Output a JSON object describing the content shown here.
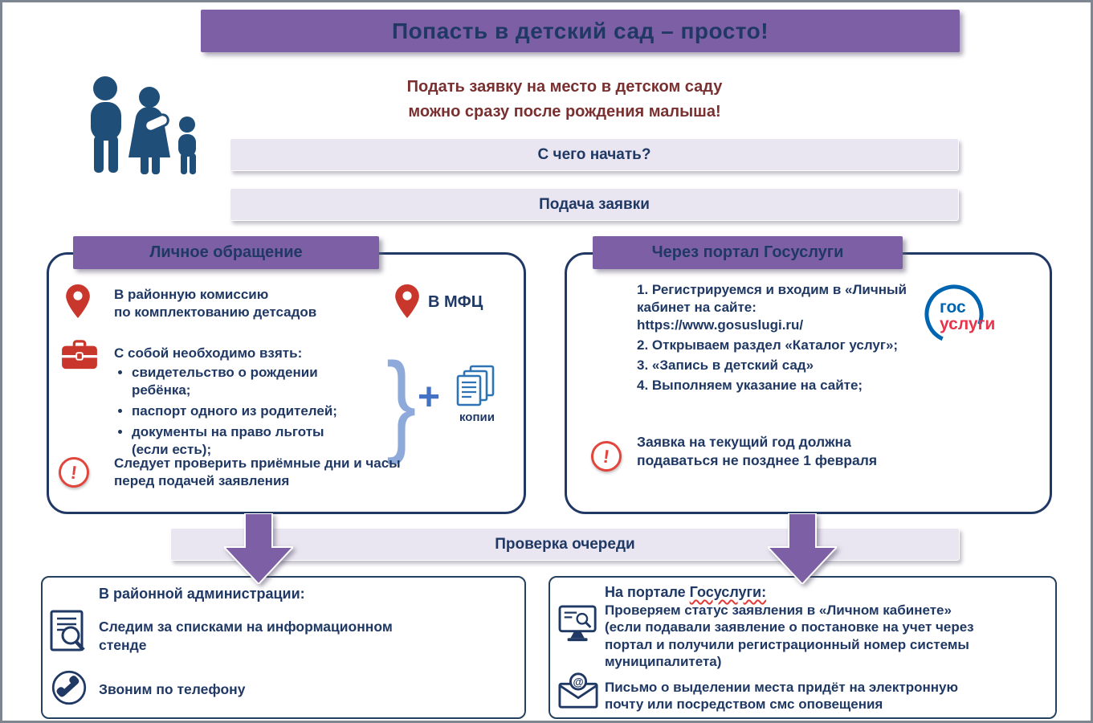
{
  "colors": {
    "purple": "#7D5FA5",
    "navy": "#1F3864",
    "maroon": "#7A3030",
    "lavender": "#E9E5F1",
    "icon_red": "#C9372C",
    "icon_blue": "#2E74B5",
    "brace_blue": "#8EAADB",
    "logo_blue": "#0065B1",
    "logo_red": "#E8334A",
    "family_blue": "#1F4E79"
  },
  "title": "Попасть в детский сад – просто!",
  "intro": "Подать заявку на место в детском саду\nможно сразу после рождения малыша!",
  "banners": {
    "start": "С чего начать?",
    "application": "Подача заявки",
    "queue": "Проверка очереди"
  },
  "personal": {
    "header": "Личное обращение",
    "commission": "В районную комиссию\nпо комплектованию детсадов",
    "mfc": "В МФЦ",
    "take_with": "С собой необходимо взять:",
    "documents": [
      "свидетельство о рождении ребёнка;",
      "паспорт одного из родителей;",
      "документы на право льготы (если есть);"
    ],
    "copies_label": "копии",
    "warning": "Следует проверить приёмные дни и часы перед подачей заявления"
  },
  "portal": {
    "header": "Через портал Госуслуги",
    "steps": [
      "1. Регистрируемся и входим в «Личный кабинет на сайте: https://www.gosuslugi.ru/",
      "2. Открываем раздел «Каталог услуг»;",
      "3. «Запись в детский сад»",
      "4. Выполняем указание на сайте;"
    ],
    "logo": {
      "line1": "гос",
      "line2": "услуги"
    },
    "warning": "Заявка на текущий год должна подаваться не позднее 1 февраля"
  },
  "check_left": {
    "header": "В районной администрации:",
    "item1": "Следим за списками на информационном стенде",
    "item2": "Звоним по телефону"
  },
  "check_right": {
    "header_prefix": "На портале ",
    "header_word": "Госуслуги:",
    "item1": "Проверяем статус заявления в «Личном кабинете»\n(если подавали заявление о постановке на учет через портал и получили регистрационный номер системы муниципалитета)",
    "item2": "Письмо о выделении места придёт на электронную почту или посредством смс оповещения"
  },
  "glyphs": {
    "plus": "+",
    "exclamation": "!",
    "at": "@",
    "brace": "}"
  }
}
